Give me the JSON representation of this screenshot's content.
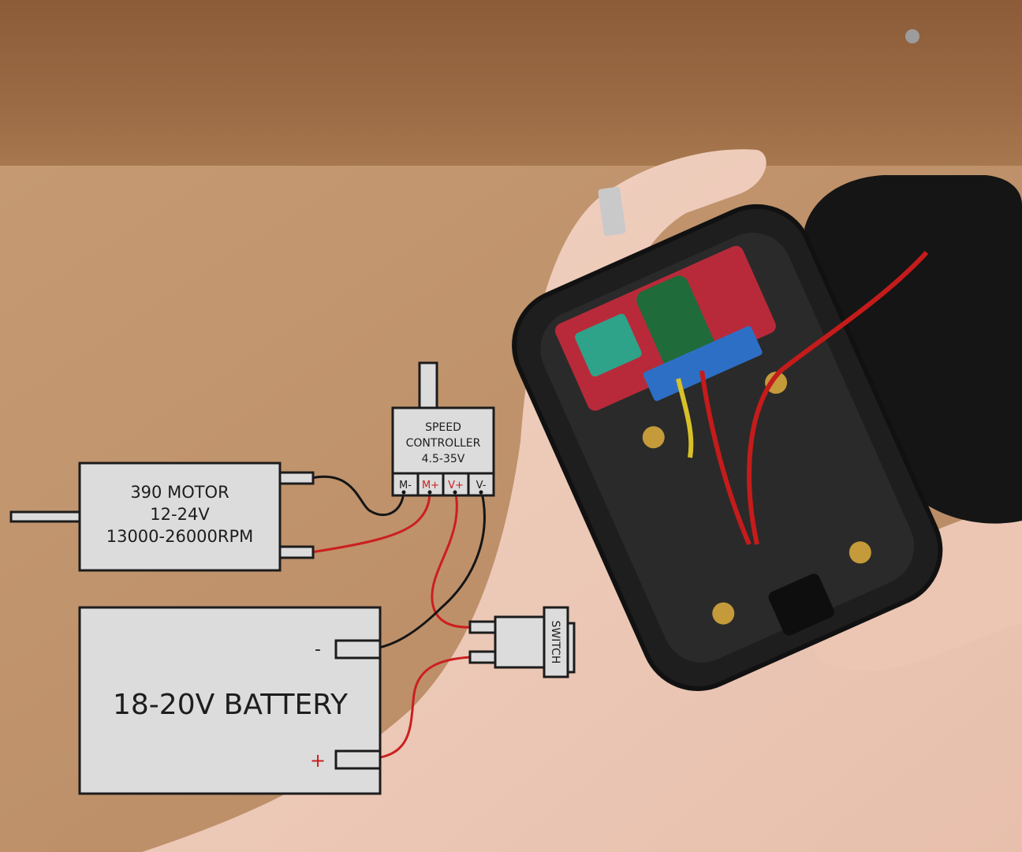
{
  "motor": {
    "line1": "390 MOTOR",
    "line2": "12-24V",
    "line3": "13000-26000RPM"
  },
  "controller": {
    "line1": "SPEED",
    "line2": "CONTROLLER",
    "line3": "4.5-35V",
    "terminals": [
      "M-",
      "M+",
      "V+",
      "V-"
    ]
  },
  "battery": {
    "label": "18-20V BATTERY",
    "neg": "-",
    "pos": "+"
  },
  "switch": {
    "label": "SWITCH"
  },
  "colors": {
    "wire_positive": "#cc1f1f",
    "wire_negative": "#151515",
    "component_fill": "#dcdcdc",
    "component_stroke": "#1c1c1c",
    "table_wood_dark": "#8a5a36",
    "table_wood_light": "#c79b74",
    "enclosure": "#1e1e1e"
  }
}
